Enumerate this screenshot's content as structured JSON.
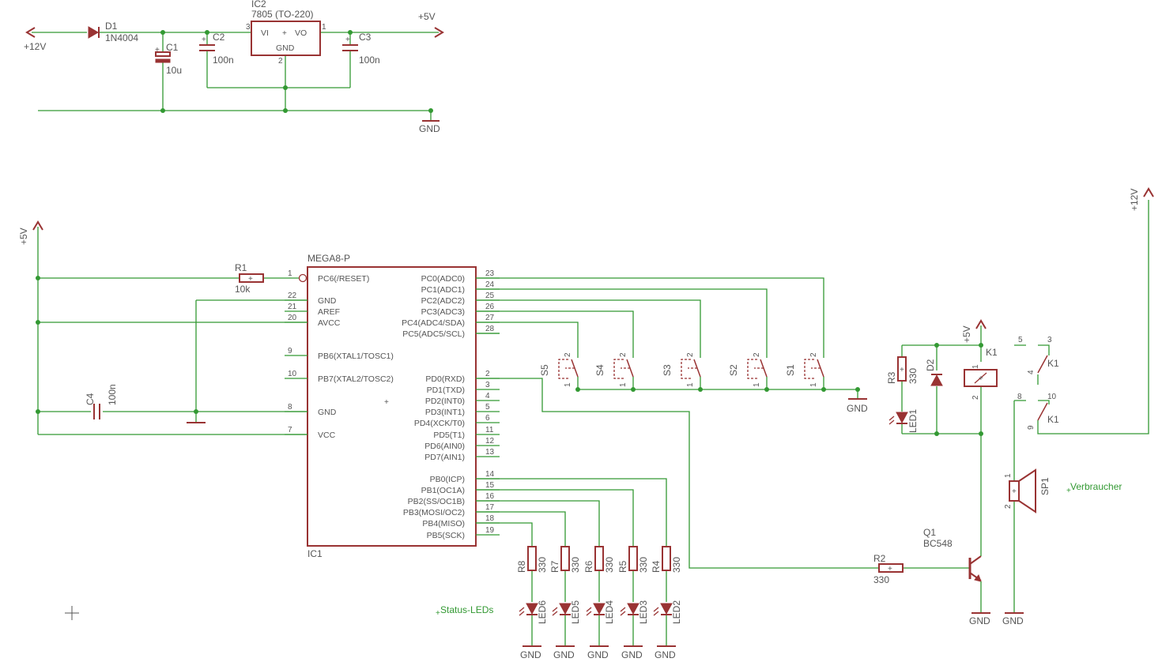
{
  "power": {
    "d1_name": "D1",
    "d1_value": "1N4004",
    "c1_name": "C1",
    "c1_value": "10u",
    "c2_name": "C2",
    "c2_value": "100n",
    "c3_name": "C3",
    "c3_value": "100n",
    "ic2_name": "IC2",
    "ic2_value": "7805 (TO-220)",
    "ic2_vi": "VI",
    "ic2_vo": "VO",
    "ic2_gnd": "GND",
    "ic2_pin_in": "3",
    "ic2_pin_out": "1",
    "ic2_pin_gnd": "2",
    "vin": "+12V",
    "vout": "+5V",
    "gnd": "GND"
  },
  "mcu": {
    "name": "IC1",
    "value": "MEGA8-P",
    "left_pins": [
      {
        "num": "1",
        "name": "PC6(/RESET)"
      },
      {
        "num": "22",
        "name": "GND"
      },
      {
        "num": "21",
        "name": "AREF"
      },
      {
        "num": "20",
        "name": "AVCC"
      },
      {
        "num": "9",
        "name": "PB6(XTAL1/TOSC1)"
      },
      {
        "num": "10",
        "name": "PB7(XTAL2/TOSC2)"
      },
      {
        "num": "8",
        "name": "GND"
      },
      {
        "num": "7",
        "name": "VCC"
      }
    ],
    "right_pins": [
      {
        "num": "23",
        "name": "PC0(ADC0)"
      },
      {
        "num": "24",
        "name": "PC1(ADC1)"
      },
      {
        "num": "25",
        "name": "PC2(ADC2)"
      },
      {
        "num": "26",
        "name": "PC3(ADC3)"
      },
      {
        "num": "27",
        "name": "PC4(ADC4/SDA)"
      },
      {
        "num": "28",
        "name": "PC5(ADC5/SCL)"
      },
      {
        "num": "2",
        "name": "PD0(RXD)"
      },
      {
        "num": "3",
        "name": "PD1(TXD)"
      },
      {
        "num": "4",
        "name": "PD2(INT0)"
      },
      {
        "num": "5",
        "name": "PD3(INT1)"
      },
      {
        "num": "6",
        "name": "PD4(XCK/T0)"
      },
      {
        "num": "11",
        "name": "PD5(T1)"
      },
      {
        "num": "12",
        "name": "PD6(AIN0)"
      },
      {
        "num": "13",
        "name": "PD7(AIN1)"
      },
      {
        "num": "14",
        "name": "PB0(ICP)"
      },
      {
        "num": "15",
        "name": "PB1(OC1A)"
      },
      {
        "num": "16",
        "name": "PB2(SS/OC1B)"
      },
      {
        "num": "17",
        "name": "PB3(MOSI/OC2)"
      },
      {
        "num": "18",
        "name": "PB4(MISO)"
      },
      {
        "num": "19",
        "name": "PB5(SCK)"
      }
    ]
  },
  "left": {
    "vcc": "+5V",
    "r1_name": "R1",
    "r1_value": "10k",
    "c4_name": "C4",
    "c4_value": "100n"
  },
  "switches": {
    "items": [
      {
        "name": "S5"
      },
      {
        "name": "S4"
      },
      {
        "name": "S3"
      },
      {
        "name": "S2"
      },
      {
        "name": "S1"
      }
    ],
    "pin_top": "2",
    "pin_bottom": "1",
    "gnd": "GND"
  },
  "relay": {
    "r3_name": "R3",
    "r3_value": "330",
    "d2_name": "D2",
    "led1_name": "LED1",
    "k1_name": "K1",
    "vcc": "+5V",
    "coil_pin_top": "1",
    "coil_pin_bottom": "2",
    "contact1_pins": [
      "5",
      "3",
      "4"
    ],
    "contact2_pins": [
      "8",
      "10",
      "9"
    ],
    "vcc12": "+12V",
    "sp1_name": "SP1",
    "sp1_pin1": "1",
    "sp1_pin2": "2",
    "load_label": "Verbraucher",
    "q1_name": "Q1",
    "q1_value": "BC548",
    "r2_name": "R2",
    "r2_value": "330",
    "gnd_q": "GND",
    "gnd_sp": "GND"
  },
  "status": {
    "label": "Status-LEDs",
    "resistors": [
      {
        "name": "R8",
        "value": "330"
      },
      {
        "name": "R7",
        "value": "330"
      },
      {
        "name": "R6",
        "value": "330"
      },
      {
        "name": "R5",
        "value": "330"
      },
      {
        "name": "R4",
        "value": "330"
      }
    ],
    "leds": [
      {
        "name": "LED6"
      },
      {
        "name": "LED5"
      },
      {
        "name": "LED4"
      },
      {
        "name": "LED3"
      },
      {
        "name": "LED2"
      }
    ],
    "gnd": "GND"
  }
}
